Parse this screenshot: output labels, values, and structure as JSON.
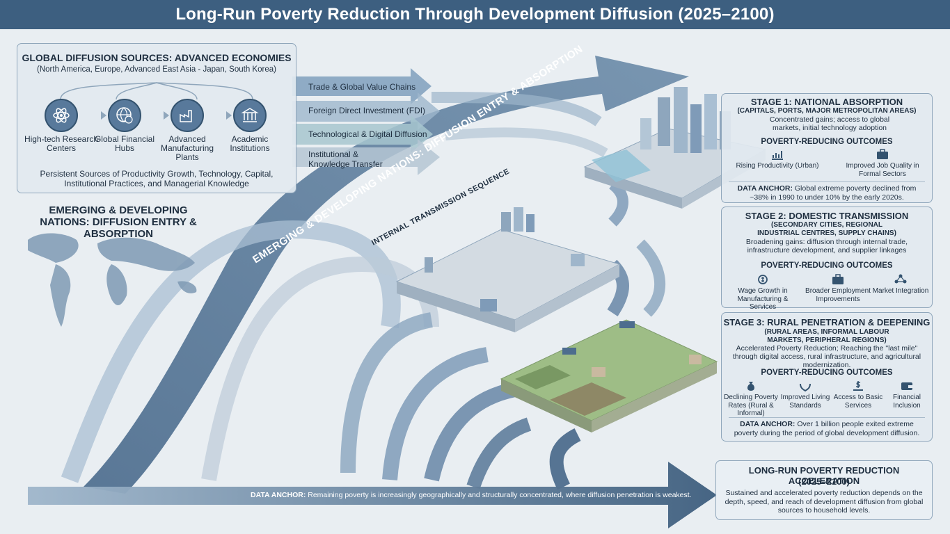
{
  "title": "Long-Run Poverty Reduction Through Development Diffusion (2025–2100)",
  "sources": {
    "heading": "GLOBAL DIFFUSION SOURCES: ADVANCED ECONOMIES",
    "subheading": "(North America, Europe, Advanced East Asia - Japan, South Korea)",
    "items": [
      {
        "label": "High-tech Research Centers",
        "icon": "atom-icon"
      },
      {
        "label": "Global Financial Hubs",
        "icon": "globe-money-icon"
      },
      {
        "label": "Advanced Manufacturing Plants",
        "icon": "factory-icon"
      },
      {
        "label": "Academic Institutions",
        "icon": "institution-icon"
      }
    ],
    "footer": "Persistent Sources of Productivity Growth, Technology, Capital, Institutional Practices, and Managerial Knowledge"
  },
  "channels": [
    "Trade & Global Value Chains",
    "Foreign Direct Investment (FDI)",
    "Technological & Digital Diffusion",
    "Institutional & Knowledge Transfer"
  ],
  "emerging": {
    "heading": "EMERGING & DEVELOPING NATIONS: DIFFUSION ENTRY & ABSORPTION",
    "arrow_label": "EMERGING & DEVELOPING NATIONS: DIFFUSION ENTRY & ABSORPTION",
    "internal_label": "INTERNAL TRANSMISSION SEQUENCE"
  },
  "stage1": {
    "title": "STAGE 1: NATIONAL ABSORPTION",
    "subtitle": "(CAPITALS, PORTS, MAJOR METROPOLITAN AREAS)",
    "desc": "Concentrated gains; access to global markets, initial technology adoption",
    "outcomes_heading": "POVERTY-REDUCING OUTCOMES",
    "outcomes": [
      {
        "label": "Rising Productivity (Urban)",
        "icon": "chart-up-icon"
      },
      {
        "label": "Improved Job Quality in Formal Sectors",
        "icon": "briefcase-icon"
      }
    ],
    "anchor_label": "DATA ANCHOR:",
    "anchor_text": "Global extreme poverty declined from ~38% in 1990 to under 10% by the early 2020s."
  },
  "stage2": {
    "title": "STAGE 2: DOMESTIC TRANSMISSION",
    "subtitle": "(SECONDARY CITIES, REGIONAL INDUSTRIAL CENTRES, SUPPLY CHAINS)",
    "desc": "Broadening gains: diffusion through internal trade, infrastructure development, and supplier linkages",
    "outcomes_heading": "POVERTY-REDUCING OUTCOMES",
    "outcomes": [
      {
        "label": "Wage Growth in Manufacturing & Services",
        "icon": "wage-icon"
      },
      {
        "label": "Broader Employment Improvements",
        "icon": "briefcase-icon"
      },
      {
        "label": "Market Integration",
        "icon": "network-icon"
      }
    ]
  },
  "stage3": {
    "title": "STAGE 3: RURAL PENETRATION & DEEPENING",
    "subtitle": "(RURAL AREAS, INFORMAL LABOUR MARKETS, PERIPHERAL REGIONS)",
    "desc": "Accelerated Poverty Reduction; Reaching the \"last mile\" through digital access, rural infrastructure, and agricultural modernization.",
    "outcomes_heading": "POVERTY-REDUCING OUTCOMES",
    "outcomes": [
      {
        "label": "Declining Poverty Rates (Rural & Informal)",
        "icon": "money-bag-icon"
      },
      {
        "label": "Improved Living Standards",
        "icon": "hands-icon"
      },
      {
        "label": "Access to Basic Services",
        "icon": "dollar-hand-icon"
      },
      {
        "label": "Financial Inclusion",
        "icon": "wallet-icon"
      }
    ],
    "anchor_label": "DATA ANCHOR:",
    "anchor_text": "Over 1 billion people exited extreme poverty during the period of global development diffusion."
  },
  "bottom_anchor": {
    "label": "DATA ANCHOR:",
    "text": "Remaining poverty is increasingly geographically and structurally concentrated, where diffusion penetration is weakest."
  },
  "acceleration": {
    "title": "LONG-RUN POVERTY REDUCTION ACCELERATION",
    "years": "(2025–2100)",
    "text": "Sustained and accelerated poverty reduction depends on the depth, speed, and reach of development diffusion from global sources to household levels."
  },
  "colors": {
    "header": "#3d5f80",
    "arrow_dark": "#3f5f80",
    "arrow_light": "#a9bfd3",
    "panel": "#e2e9f0",
    "border": "#8fa6bb",
    "field": "#8fb07a"
  }
}
